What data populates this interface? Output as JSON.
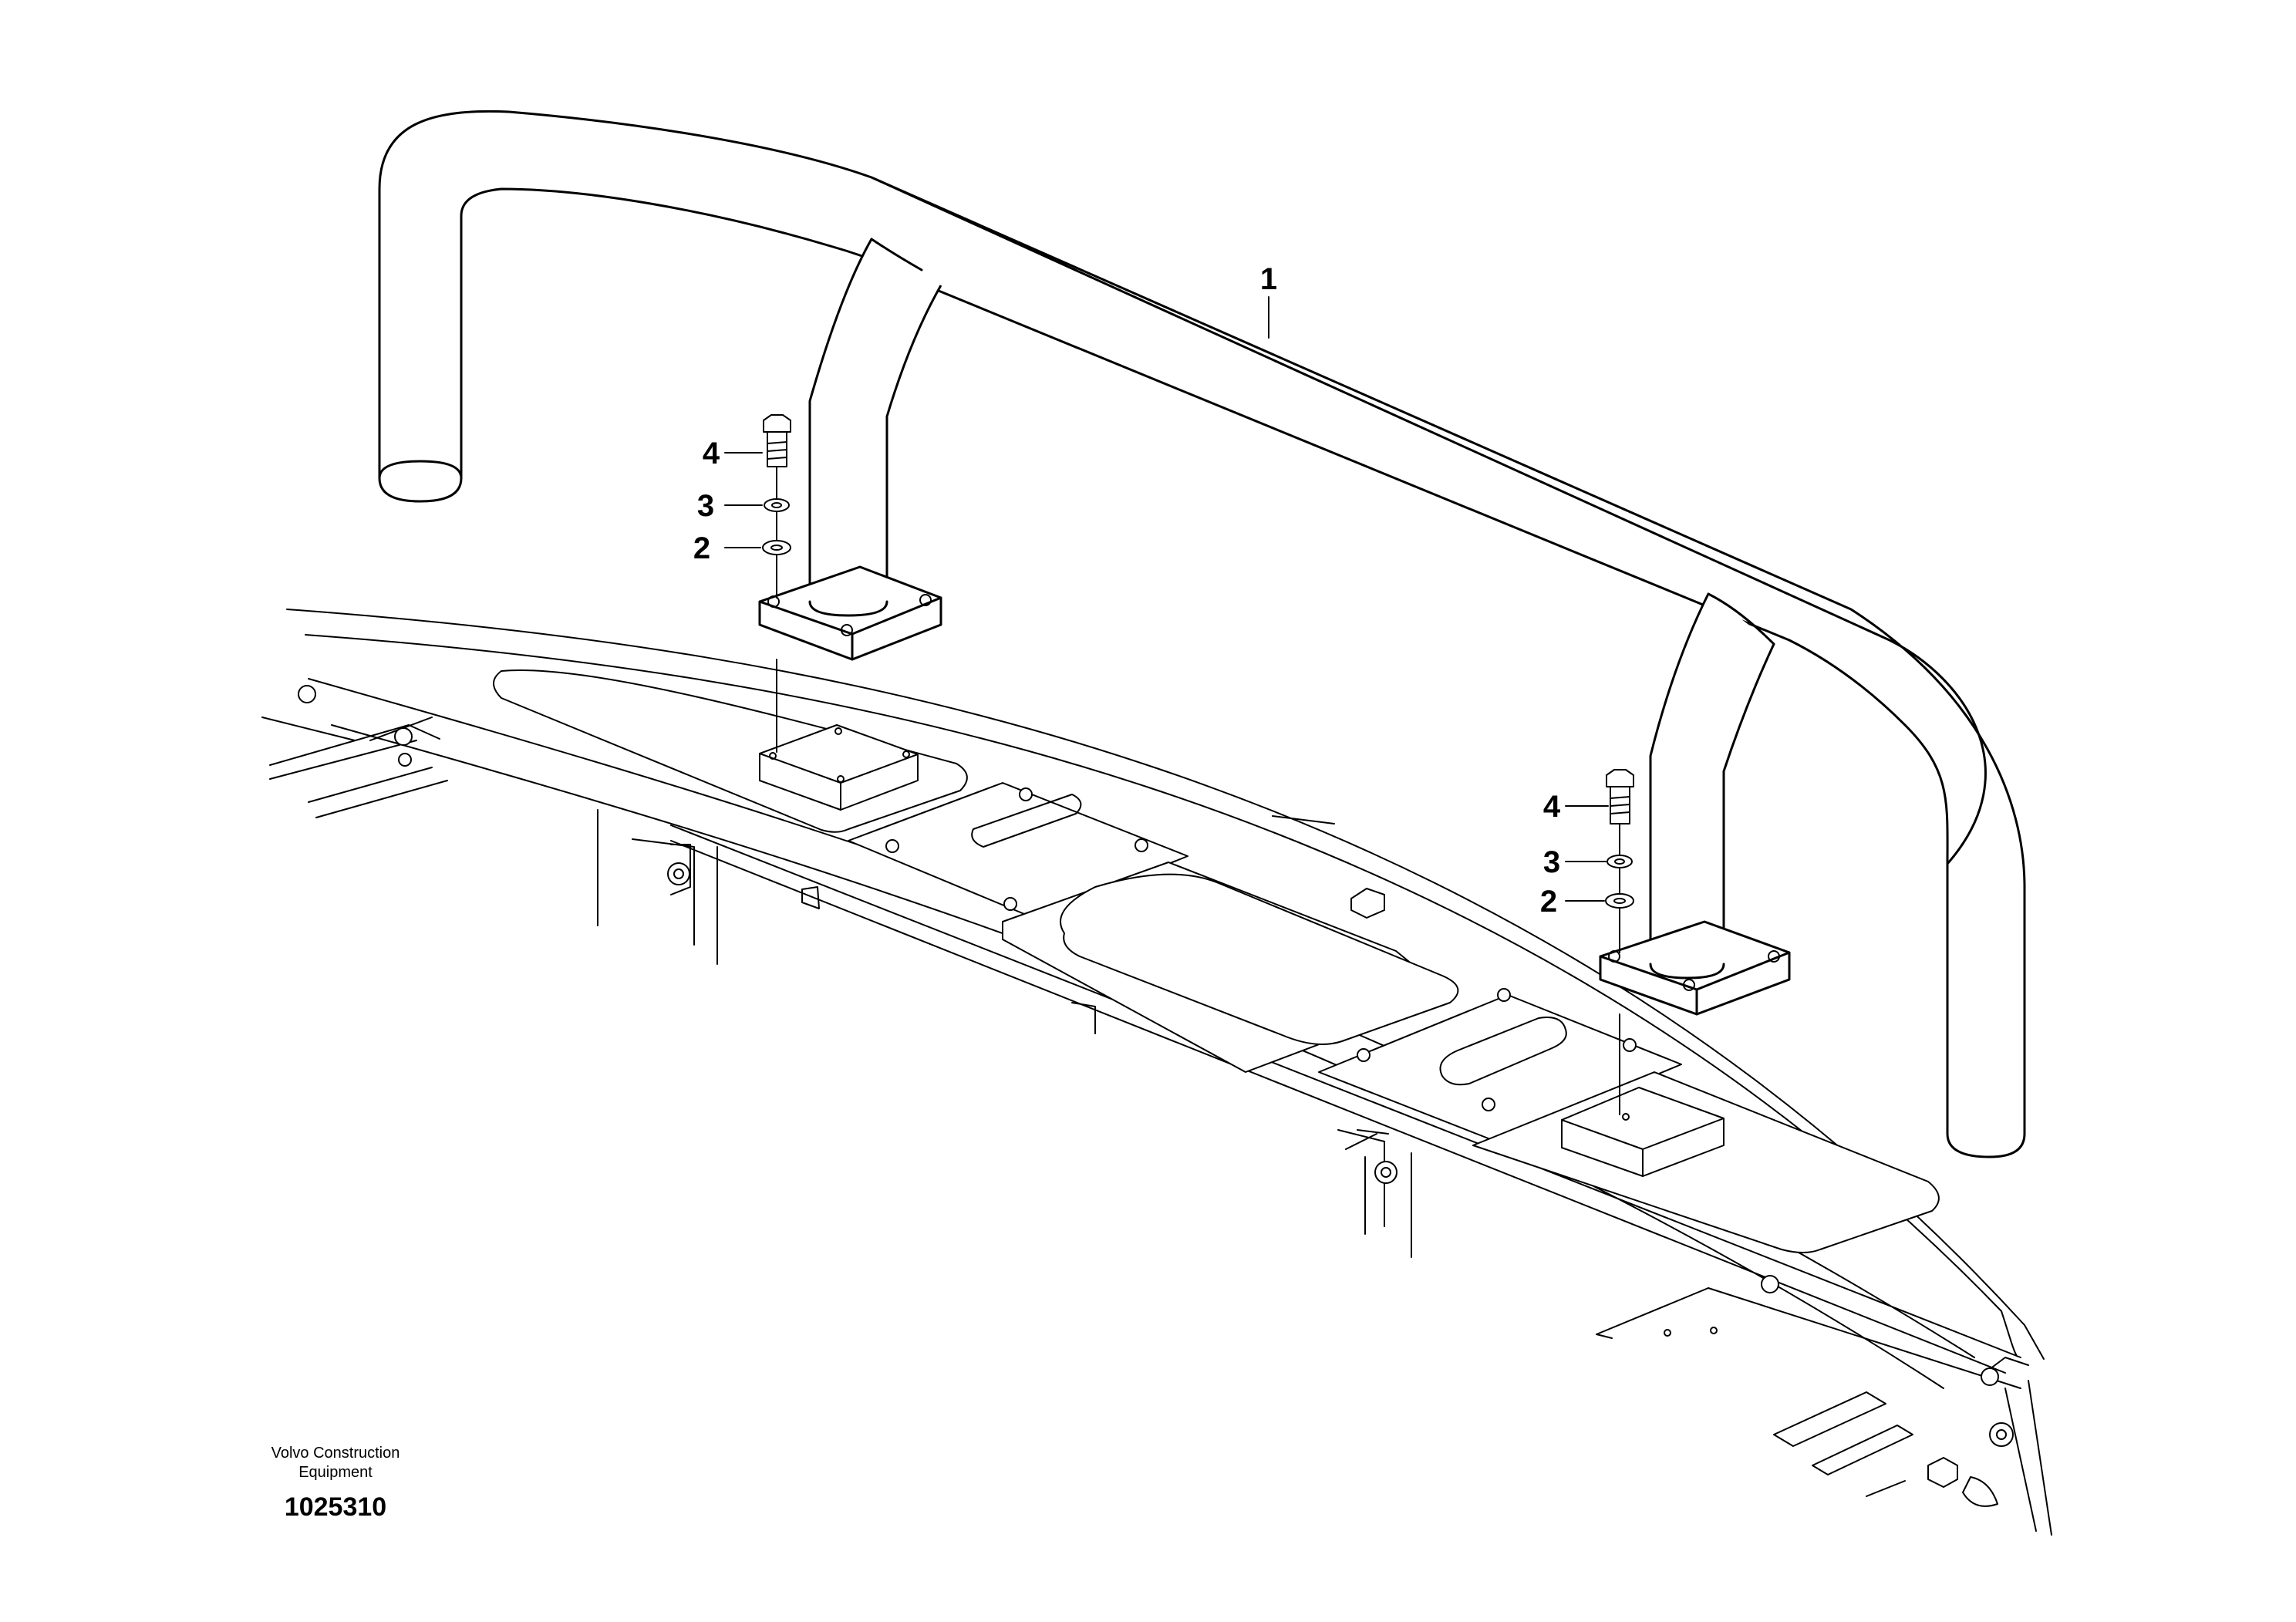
{
  "callouts": {
    "item1": "1",
    "left": {
      "bolt": "4",
      "washer_upper": "3",
      "washer_lower": "2"
    },
    "right": {
      "bolt": "4",
      "washer_upper": "3",
      "washer_lower": "2"
    }
  },
  "footer": {
    "brand_line1": "Volvo Construction",
    "brand_line2": "Equipment",
    "document_number": "1025310"
  }
}
